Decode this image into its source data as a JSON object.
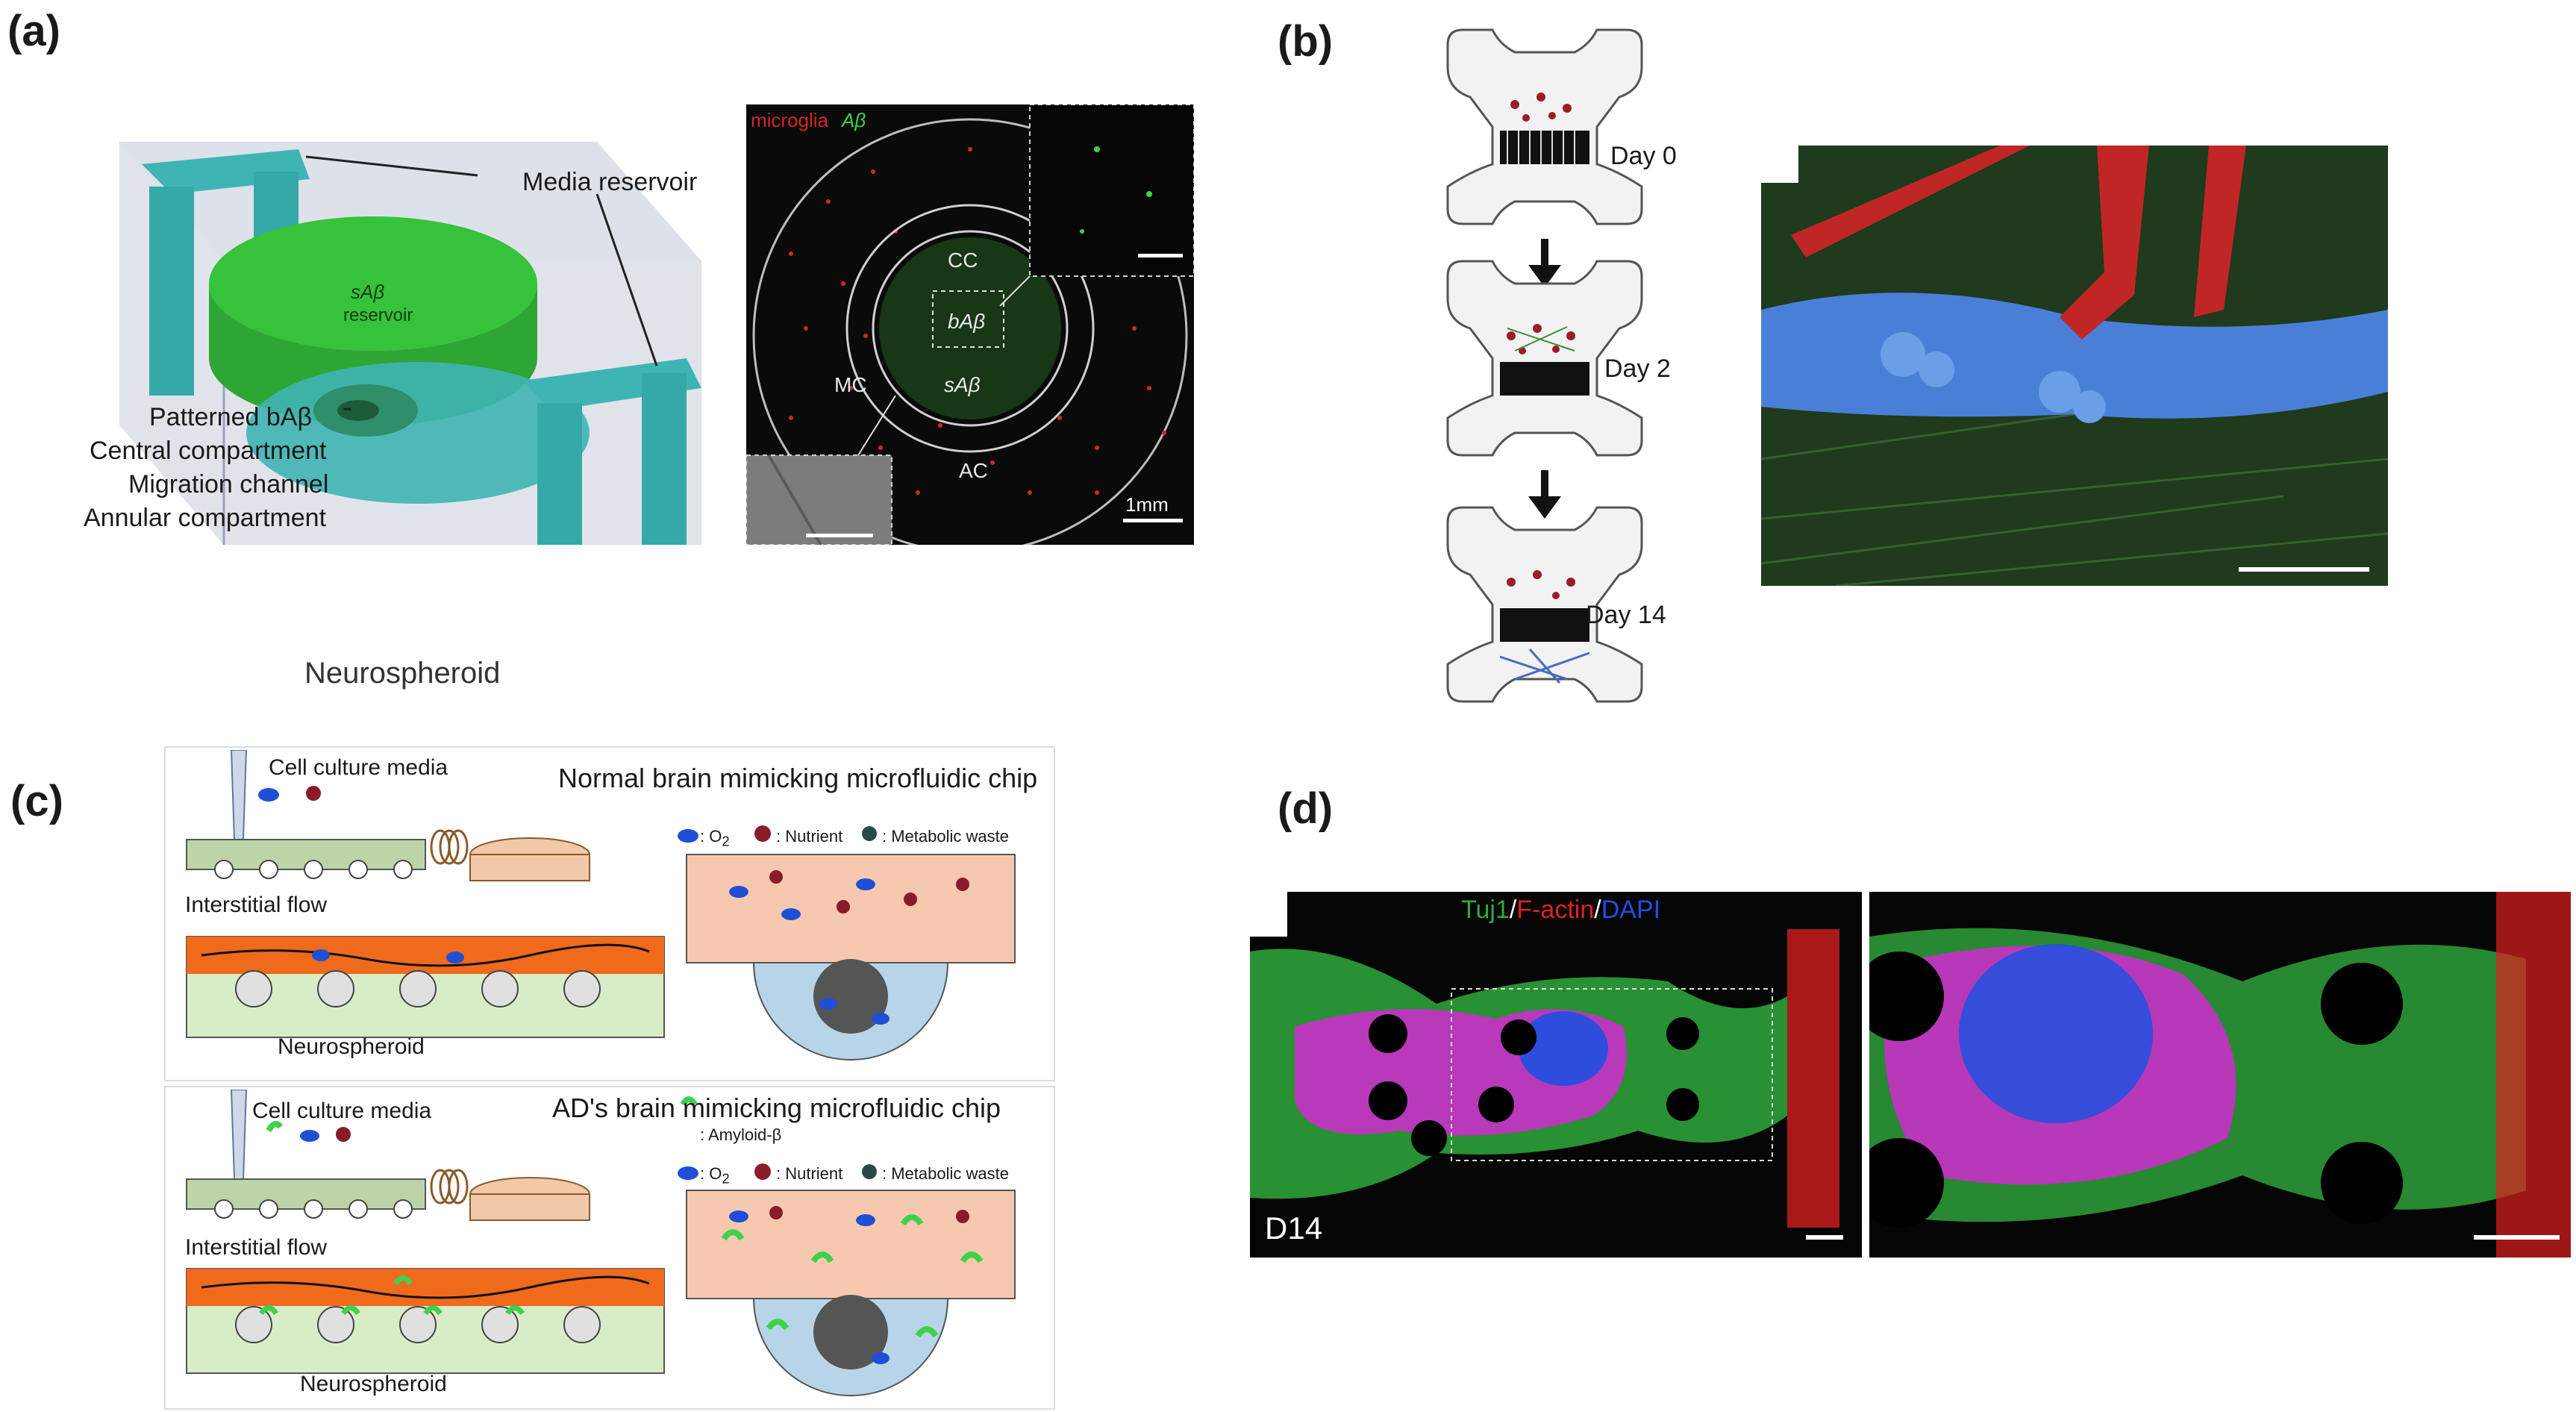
{
  "panels": {
    "a": {
      "label": "(a)",
      "schematic": {
        "media_reservoir": "Media reservoir",
        "sab_reservoir_1": "sAβ",
        "sab_reservoir_2": "reservoir",
        "patterned": "Patterned bAβ",
        "central": "Central compartment",
        "migration": "Migration channel",
        "annular": "Annular compartment"
      },
      "micrograph": {
        "legend_microglia": "microglia",
        "legend_ab": "Aβ",
        "cc": "CC",
        "bab": "bAβ",
        "sab": "sAβ",
        "mc": "MC",
        "ac": "AC",
        "scale": "1mm"
      },
      "caption": "Neurospheroid"
    },
    "b": {
      "label": "(b)",
      "days": [
        "Day 0",
        "Day 2",
        "Day 14"
      ]
    },
    "c": {
      "label": "(c)",
      "top": {
        "media": "Cell culture media",
        "title": "Normal brain mimicking microfluidic chip",
        "legend_o2": ": O",
        "legend_o2_sub": "2",
        "legend_nutrient": ": Nutrient",
        "legend_waste": ": Metabolic waste",
        "flow": "Interstitial flow",
        "spheroid": "Neurospheroid"
      },
      "bottom": {
        "media": "Cell culture media",
        "title": "AD's brain mimicking microfluidic chip",
        "legend_amyloid": ": Amyloid-β",
        "legend_o2": ": O",
        "legend_o2_sub": "2",
        "legend_nutrient": ": Nutrient",
        "legend_waste": ": Metabolic waste",
        "flow": "Interstitial flow",
        "spheroid": "Neurospheroid"
      }
    },
    "d": {
      "label": "(d)",
      "stain_tuj1": "Tuj1",
      "slash1": "/",
      "stain_factin": "F-actin",
      "slash2": "/",
      "stain_dapi": "DAPI",
      "day": "D14"
    }
  },
  "colors": {
    "teal": "#3fb4b4",
    "green_reservoir": "#36c23a",
    "microglia": "#d2262a",
    "amyloid": "#3cd34a",
    "flow_orange": "#f06a1c",
    "o2_blue": "#1f4fd6",
    "tuj1_green": "#2faa3c",
    "factin_red": "#e02020",
    "dapi_blue": "#2050e0",
    "sem_bg": "#1f3a1c",
    "sem_blue": "#4a7fd8",
    "sem_red": "#c02626"
  }
}
